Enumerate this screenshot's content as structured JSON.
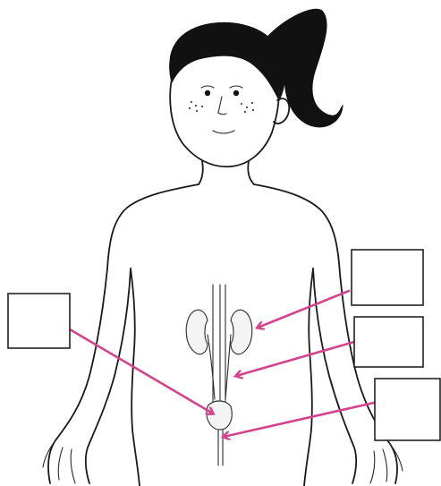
{
  "diagram": {
    "subject": "urinary-system-figure",
    "colors": {
      "arrow": "#d4438c",
      "outline": "#1a1a1a",
      "box_border": "#222222",
      "background": "#ffffff"
    },
    "label_boxes": [
      {
        "id": "kidney",
        "text": ""
      },
      {
        "id": "ureter",
        "text": ""
      },
      {
        "id": "bladder",
        "text": ""
      },
      {
        "id": "urethra",
        "text": ""
      }
    ],
    "icons": [
      "girl-figure",
      "kidney-icon",
      "bladder-icon"
    ]
  }
}
